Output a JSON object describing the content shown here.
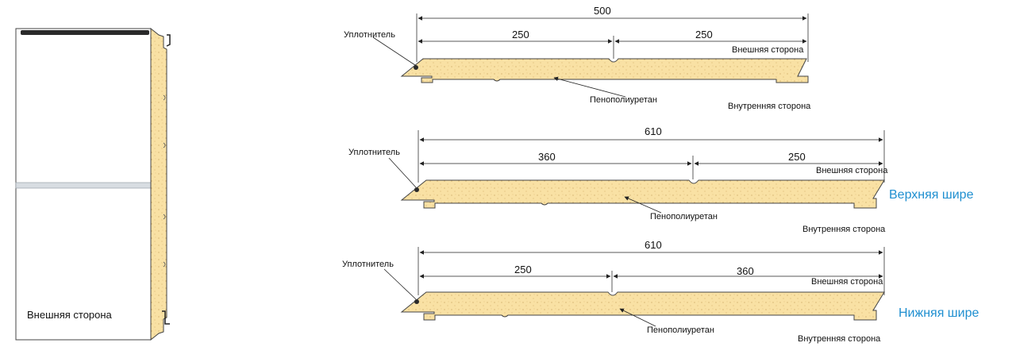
{
  "colors": {
    "foam": "#f9e1a4",
    "outline": "#333333",
    "accent": "#1f8fd0",
    "seal": "#2a2a2a",
    "panel_face": "#ffffff"
  },
  "door_panel": {
    "outer_side_label": "Внешняя сторона"
  },
  "profiles": [
    {
      "total": "500",
      "left": "250",
      "right": "250",
      "seal": "Уплотнитель",
      "foam": "Пенополиуретан",
      "outer": "Внешняя сторона",
      "inner": "Внутренняя сторона",
      "variant": ""
    },
    {
      "total": "610",
      "left": "360",
      "right": "250",
      "seal": "Уплотнитель",
      "foam": "Пенополиуретан",
      "outer": "Внешняя сторона",
      "inner": "Внутренняя сторона",
      "variant": "Верхняя шире"
    },
    {
      "total": "610",
      "left": "250",
      "right": "360",
      "seal": "Уплотнитель",
      "foam": "Пенополиуретан",
      "outer": "Внешняя сторона",
      "inner": "Внутренняя сторона",
      "variant": "Нижняя шире"
    }
  ]
}
